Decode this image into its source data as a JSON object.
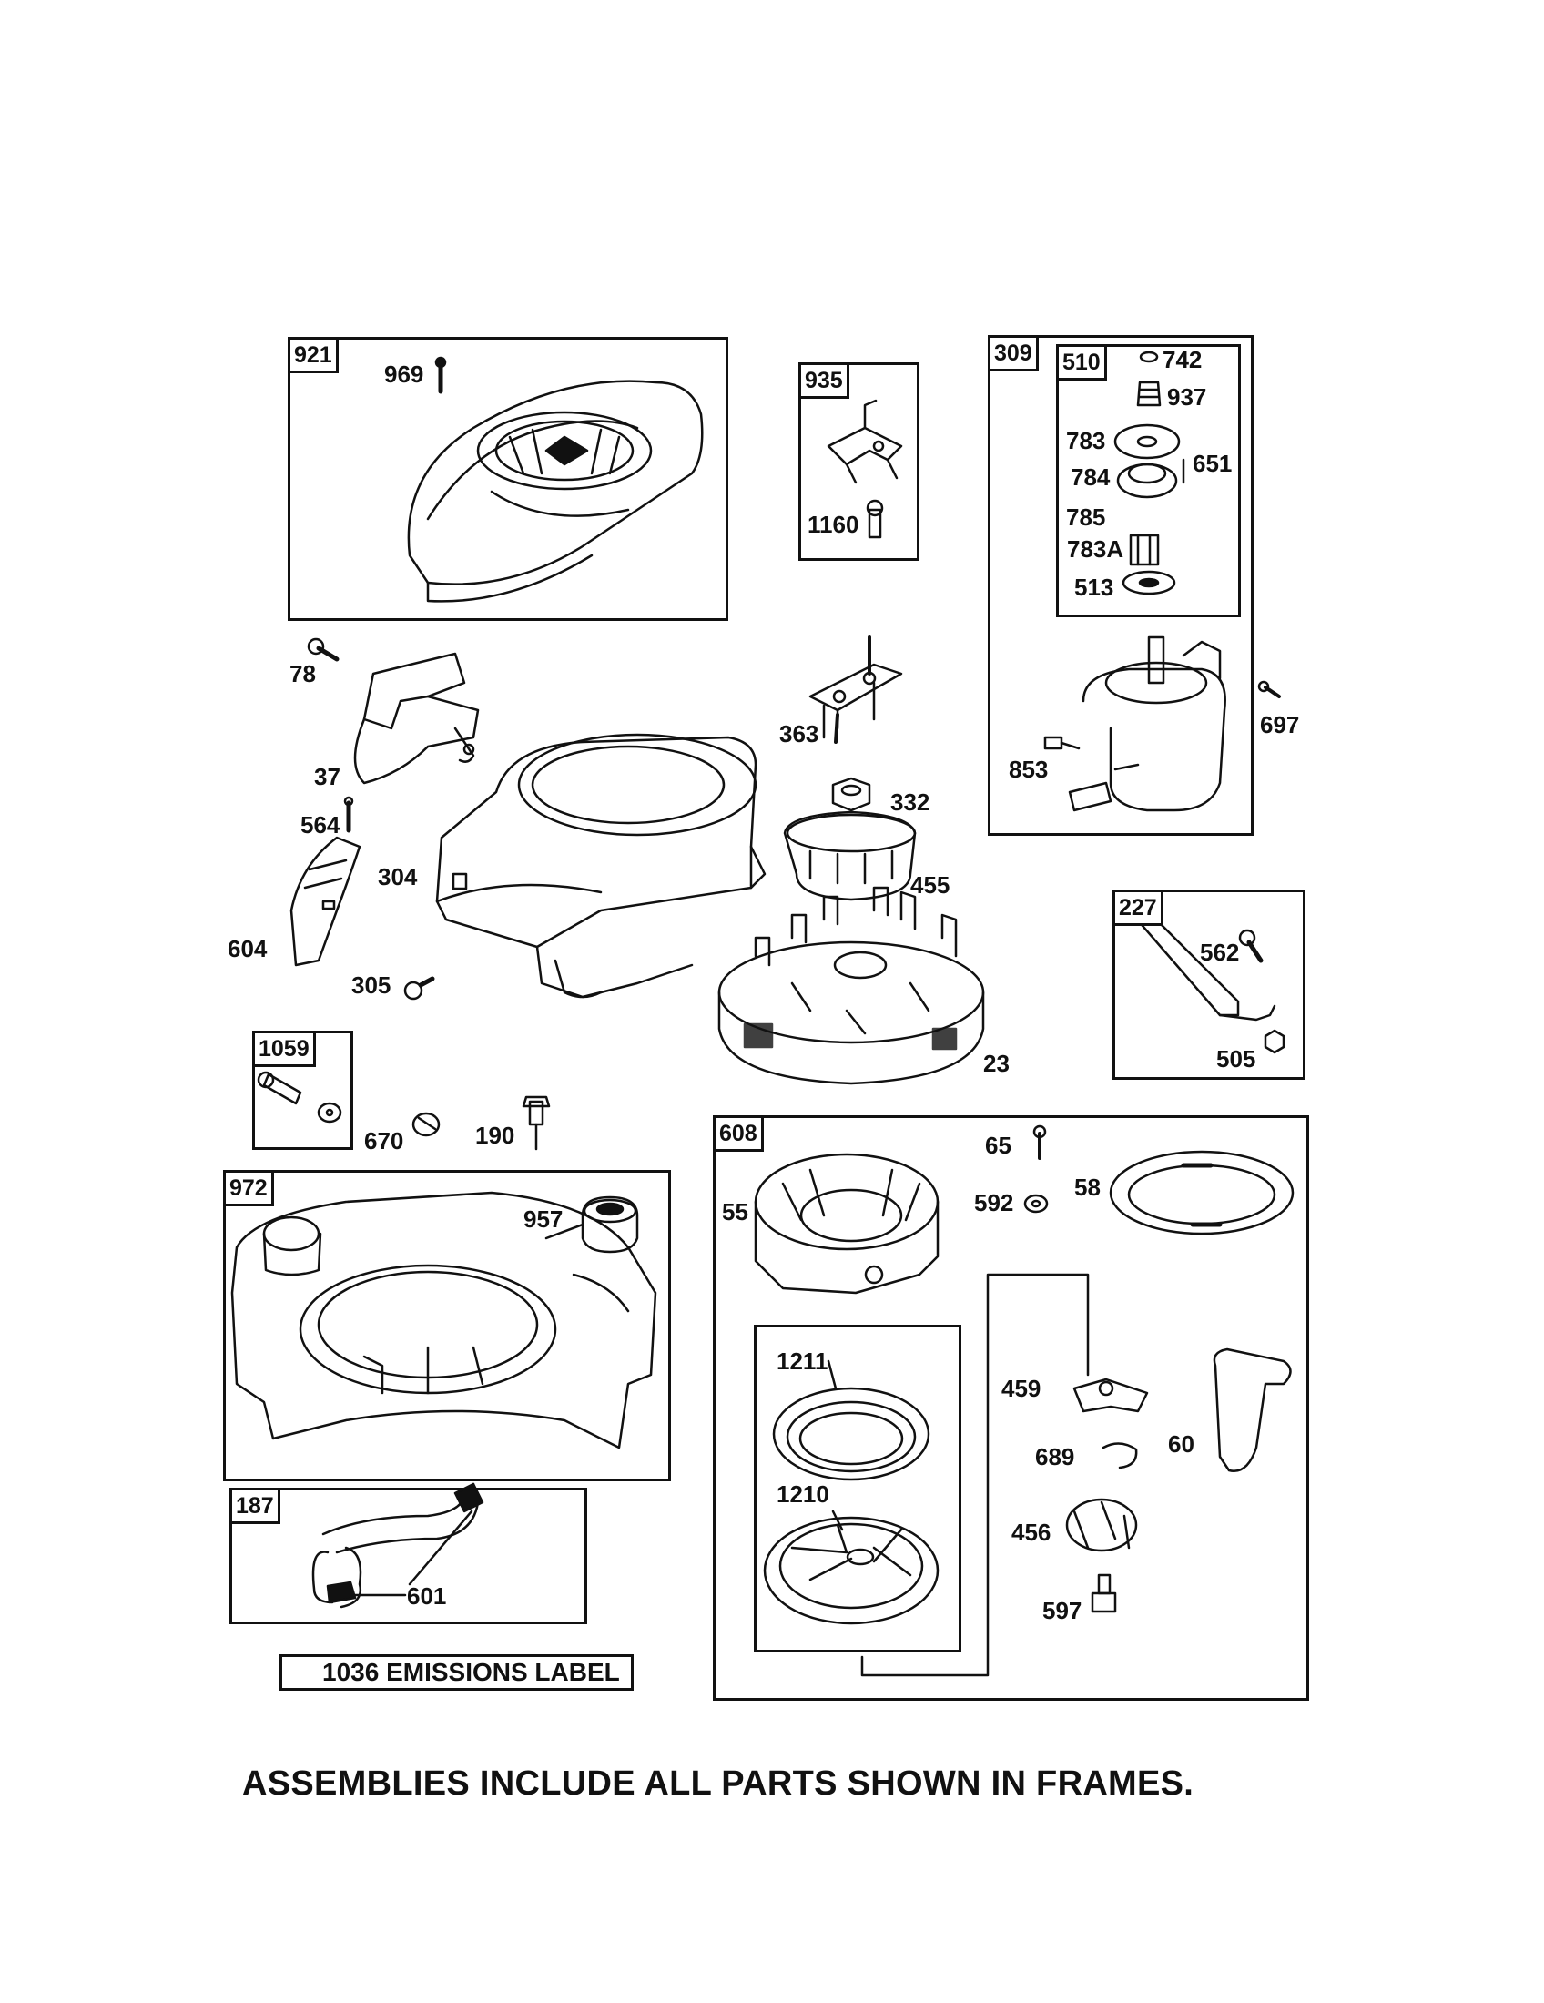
{
  "frames": {
    "921": "921",
    "935": "935",
    "309": "309",
    "510": "510",
    "227": "227",
    "1059": "1059",
    "972": "972",
    "608": "608",
    "187": "187"
  },
  "labels": {
    "p969": "969",
    "p1160": "1160",
    "p742": "742",
    "p937": "937",
    "p783": "783",
    "p651": "651",
    "p784": "784",
    "p785": "785",
    "p783A": "783A",
    "p513": "513",
    "p697": "697",
    "p853": "853",
    "p78": "78",
    "p37": "37",
    "p363": "363",
    "p332": "332",
    "p564": "564",
    "p304": "304",
    "p455": "455",
    "p604": "604",
    "p305": "305",
    "p23": "23",
    "p562": "562",
    "p505": "505",
    "p670": "670",
    "p190": "190",
    "p65": "65",
    "p592": "592",
    "p58": "58",
    "p55": "55",
    "p957": "957",
    "p1211": "1211",
    "p459": "459",
    "p60": "60",
    "p689": "689",
    "p1210": "1210",
    "p456": "456",
    "p597": "597",
    "p601": "601"
  },
  "emissions_label": "1036 EMISSIONS LABEL",
  "footer": "ASSEMBLIES INCLUDE ALL PARTS SHOWN IN FRAMES."
}
